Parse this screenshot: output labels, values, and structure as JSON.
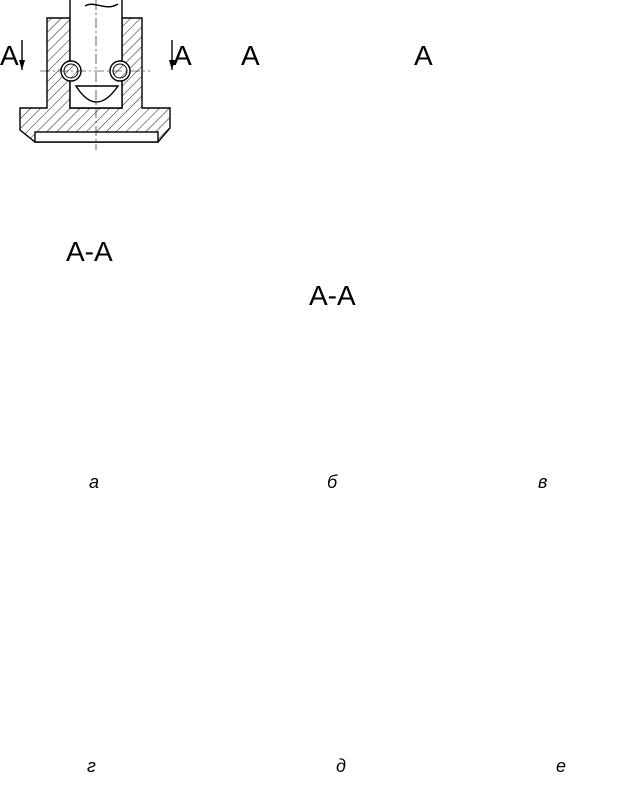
{
  "top_left": {
    "section_left": "A",
    "section_right": "A"
  },
  "top_right": {
    "section_left": "A",
    "section_right": "A"
  },
  "figures": {
    "a": {
      "section_title": "A-A",
      "caption": "а"
    },
    "b": {
      "section_title": "A-A",
      "caption": "б"
    },
    "v": {
      "caption": "в"
    },
    "g": {
      "caption": "г"
    },
    "d": {
      "caption": "д"
    },
    "e": {
      "caption": "е"
    }
  },
  "colors": {
    "line": "#000000",
    "background": "#ffffff"
  }
}
